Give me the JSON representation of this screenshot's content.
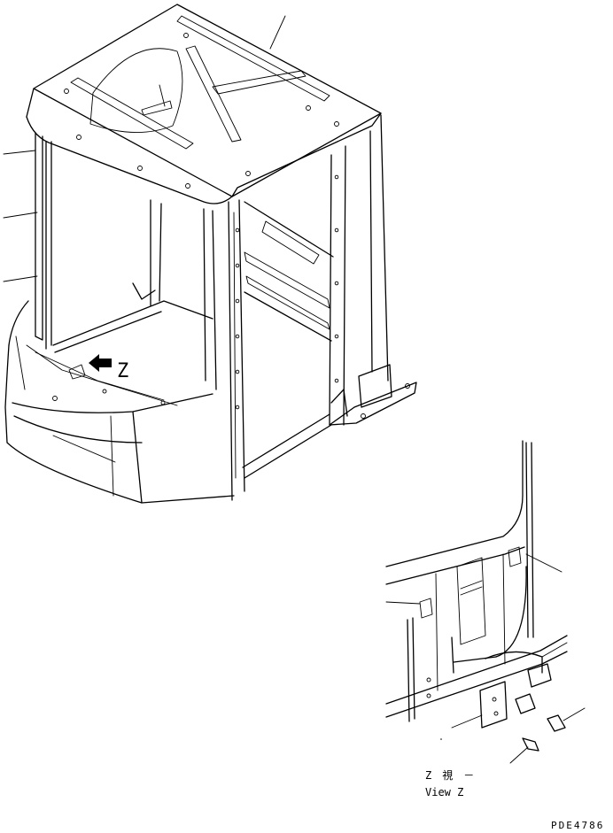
{
  "labels": {
    "arrow_view": "Z",
    "view_title_jp": "Z　視　－",
    "view_title_en": "View Z",
    "drawing_code": "PDE4786"
  },
  "colors": {
    "ink": "#000000",
    "paper": "#ffffff"
  }
}
